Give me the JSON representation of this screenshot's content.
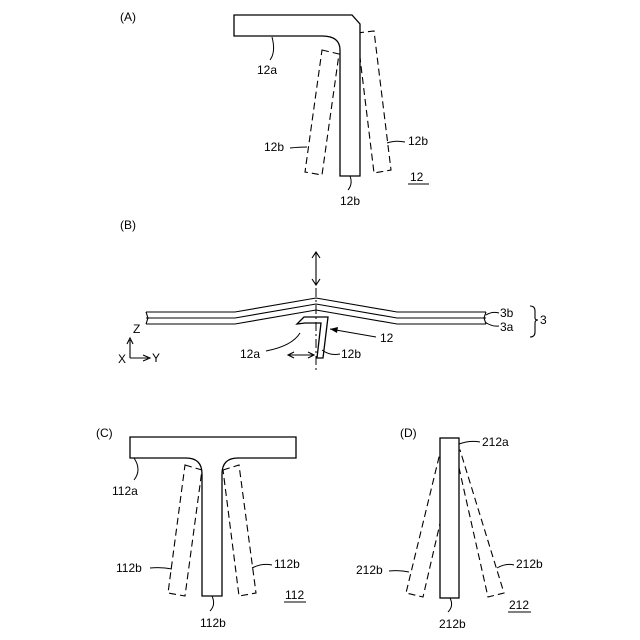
{
  "panels": {
    "a": {
      "tag": "(A)",
      "labels": {
        "fixed": "12a",
        "moving": "12b",
        "moving_left": "12b",
        "moving_right": "12b",
        "ref": "12"
      }
    },
    "b": {
      "tag": "(B)",
      "labels": {
        "upper": "3b",
        "lower": "3a",
        "group": "3",
        "arrow": "12",
        "fixed": "12a",
        "moving": "12b"
      },
      "axes": {
        "z": "Z",
        "x": "X",
        "y": "Y"
      }
    },
    "c": {
      "tag": "(C)",
      "labels": {
        "fixed": "112a",
        "moving": "112b",
        "moving_left": "112b",
        "moving_right": "112b",
        "ref": "112"
      }
    },
    "d": {
      "tag": "(D)",
      "labels": {
        "fixed": "212a",
        "moving": "212b",
        "moving_left": "212b",
        "moving_right": "212b",
        "ref": "212"
      }
    }
  }
}
